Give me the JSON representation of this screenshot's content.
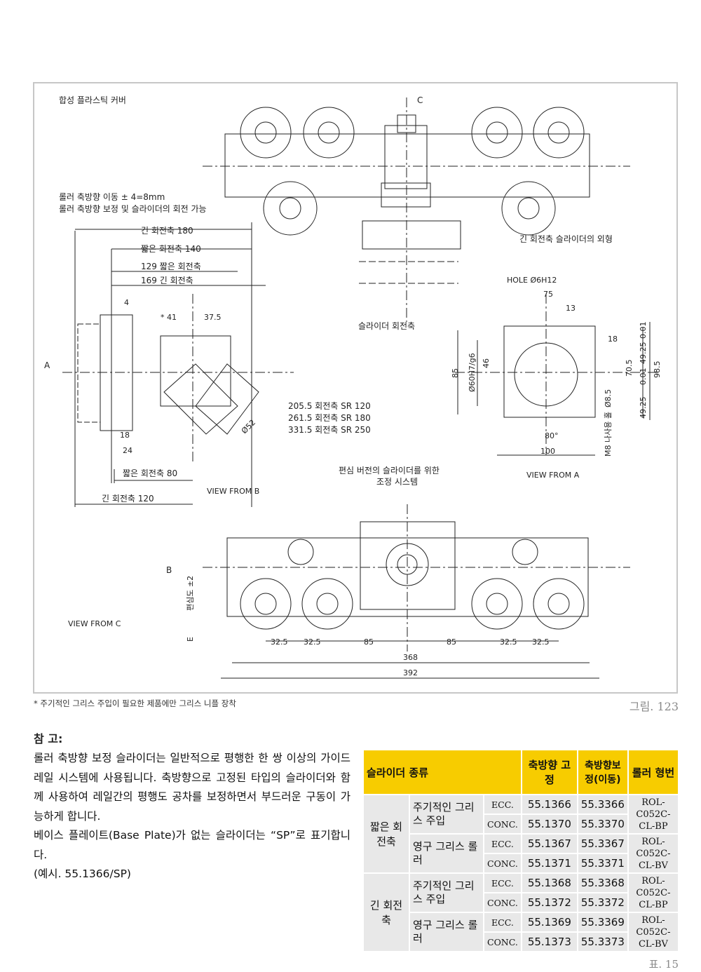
{
  "drawing": {
    "cover_label": "합성 플라스틱 커버",
    "axial_move_label": "롤러 축방향 이동 ± 4=8mm",
    "axial_comp_label": "롤러 축방향 보정 및 슬라이더의 회전 가능",
    "long_shaft_180": "긴 회전축 180",
    "short_shaft_140": "짧은 회전축 140",
    "short_129": "129 짧은 회전축",
    "long_169": "169 긴 회전축",
    "long_shaft_outline": "긴 회전축 슬라이더의 외형",
    "slider_axis": "슬라이더 회전축",
    "hole_label": "HOLE Ø6H12",
    "dim_75": "75",
    "dim_13": "13",
    "dim_18": "18",
    "dim_4": "4",
    "dim_41": "* 41",
    "dim_37_5": "37.5",
    "arrow_a": "A",
    "arrow_c": "C",
    "arrow_b": "B",
    "dim_85": "85",
    "dim_60": "Ø60H7/g6",
    "dim_46": "46",
    "dim_0_01a": "0.01",
    "dim_49_25a": "49.25",
    "dim_70_5": "70.5",
    "dim_0_01b": "0.01",
    "dim_98_5": "98.5",
    "dim_49_25b": "49.25",
    "dim_8_5": "Ø8.5",
    "m8_label": "M8 나사용 홀",
    "dim_80deg": "80°",
    "dim_100": "100",
    "sr120": "205.5 회전축 SR 120",
    "sr180": "261.5 회전축 SR 180",
    "sr250": "331.5 회전축 SR 250",
    "dim_52": "Ø52",
    "dim_18b": "18",
    "dim_24": "24",
    "short_80": "짧은 회전축 80",
    "long_120": "긴 회전축 120",
    "view_b": "VIEW FROM B",
    "view_a": "VIEW FROM A",
    "view_c": "VIEW FROM C",
    "eccentric_line1": "편심 버전의 슬라이더를 위한",
    "eccentric_line2": "조정 시스템",
    "ecc_tol": "편심도 ±2",
    "dim_e": "E",
    "bottom_dims": [
      "32.5",
      "32.5",
      "85",
      "85",
      "32.5",
      "32.5"
    ],
    "dim_368": "368",
    "dim_392": "392"
  },
  "footnote": "* 주기적인 그리스 주입이 필요한 제품에만 그리스 니플 장착",
  "figure_caption": "그림. 123",
  "note": {
    "title": "참 고:",
    "p1": "롤러 축방향 보정 슬라이더는 일반적으로 평행한 한 쌍 이상의 가이드 레일 시스템에 사용됩니다. 축방향으로 고정된 타입의 슬라이더와 함께 사용하여 레일간의 평행도 공차를 보정하면서 부드러운 구동이 가능하게 합니다.",
    "p2": "베이스 플레이트(Base Plate)가 없는 슬라이더는 “SP”로 표기합니다.",
    "p3": "(예시. 55.1366/SP)"
  },
  "table": {
    "headers": [
      "슬라이더 종류",
      "축방향 고정",
      "축방향보정(이동)",
      "롤러 형번"
    ],
    "rows": [
      {
        "group": "짧은 회전축",
        "sub": "주기적인 그리스 주입",
        "type": "ECC.",
        "fixed": "55.1366",
        "comp": "55.3366",
        "roller": "ROL-C052C-CL-BP"
      },
      {
        "type": "CONC.",
        "fixed": "55.1370",
        "comp": "55.3370"
      },
      {
        "sub": "영구 그리스 롤러",
        "type": "ECC.",
        "fixed": "55.1367",
        "comp": "55.3367",
        "roller": "ROL-C052C-CL-BV"
      },
      {
        "type": "CONC.",
        "fixed": "55.1371",
        "comp": "55.3371"
      },
      {
        "group": "긴 회전축",
        "sub": "주기적인 그리스 주입",
        "type": "ECC.",
        "fixed": "55.1368",
        "comp": "55.3368",
        "roller": "ROL-C052C-CL-BP"
      },
      {
        "type": "CONC.",
        "fixed": "55.1372",
        "comp": "55.3372"
      },
      {
        "sub": "영구 그리스 롤러",
        "type": "ECC.",
        "fixed": "55.1369",
        "comp": "55.3369",
        "roller": "ROL-C052C-CL-BV"
      },
      {
        "type": "CONC.",
        "fixed": "55.1373",
        "comp": "55.3373"
      }
    ]
  },
  "table_caption": "표. 15"
}
